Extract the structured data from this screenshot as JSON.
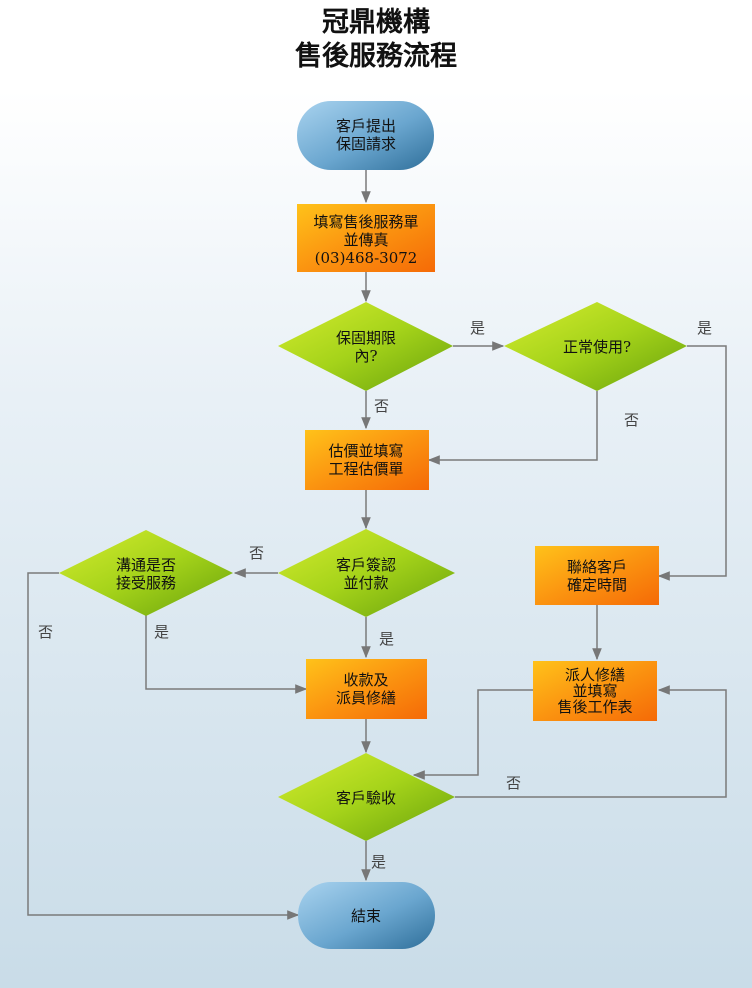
{
  "title": {
    "line1": "冠鼎機構",
    "line2": "售後服務流程"
  },
  "nodes": {
    "start": [
      "客戶提出",
      "保固請求"
    ],
    "fill_form": [
      "填寫售後服務單",
      "並傳真",
      "(03)468-3072"
    ],
    "warranty": [
      "保固期限",
      "內?"
    ],
    "normal_use": [
      "正常使用?"
    ],
    "estimate": [
      "估價並填寫",
      "工程估價單"
    ],
    "sign_pay": [
      "客戶簽認",
      "並付款"
    ],
    "negotiate": [
      "溝通是否",
      "接受服務"
    ],
    "collect": [
      "收款及",
      "派員修繕"
    ],
    "contact": [
      "聯絡客戶",
      "確定時間"
    ],
    "dispatch": [
      "派人修繕",
      "並填寫",
      "售後工作表"
    ],
    "acceptance": [
      "客戶驗收"
    ],
    "end": [
      "結束"
    ]
  },
  "edge_labels": {
    "warranty_yes": "是",
    "warranty_no": "否",
    "normal_yes": "是",
    "normal_no": "否",
    "sign_no": "否",
    "sign_yes": "是",
    "negotiate_yes": "是",
    "negotiate_no": "否",
    "acceptance_no": "否",
    "acceptance_yes": "是"
  },
  "colors": {
    "terminal": "#5f9bc4",
    "process": "#f98a0c",
    "decision": "#9ccc1c",
    "connector": "#777777"
  }
}
